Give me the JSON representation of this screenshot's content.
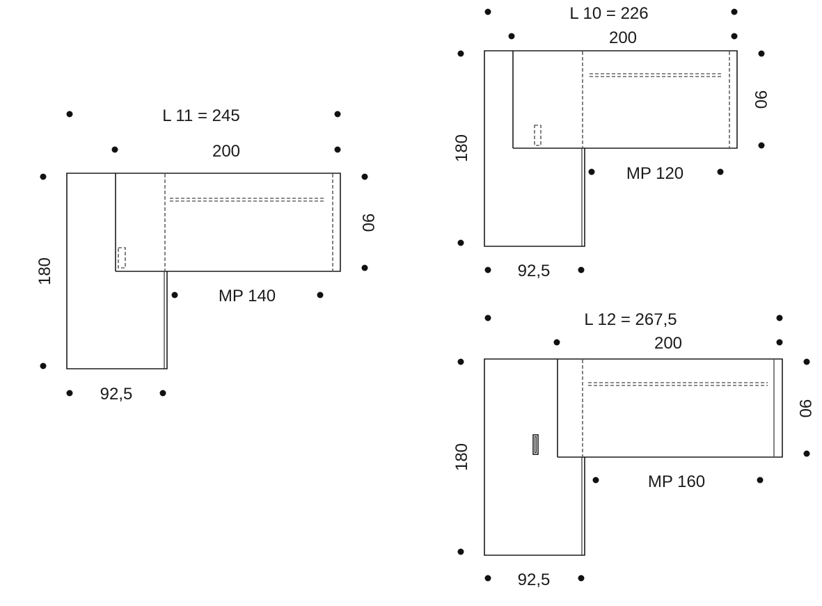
{
  "colors": {
    "ink": "#1a1a1a",
    "background": "#ffffff"
  },
  "desks": [
    {
      "id": "l11",
      "total_label": "L 11 = 245",
      "width_label": "200",
      "depth_label": "90",
      "side_label": "180",
      "return_label": "92,5",
      "modesty_panel_label": "MP 140",
      "box": "dashed"
    },
    {
      "id": "l10",
      "total_label": "L 10 = 226",
      "width_label": "200",
      "depth_label": "90",
      "side_label": "180",
      "return_label": "92,5",
      "modesty_panel_label": "MP 120",
      "box": "dashed"
    },
    {
      "id": "l12",
      "total_label": "L 12 = 267,5",
      "width_label": "200",
      "depth_label": "90",
      "side_label": "180",
      "return_label": "92,5",
      "modesty_panel_label": "MP 160",
      "box": "solid"
    }
  ]
}
